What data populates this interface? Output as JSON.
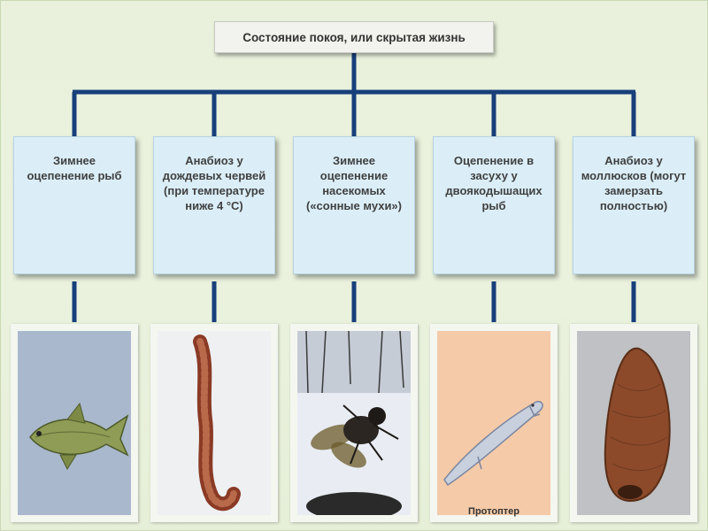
{
  "title": "Состояние покоя, или скрытая жизнь",
  "cards": [
    {
      "label": "Зимнее оцепенение рыб"
    },
    {
      "label": "Анабиоз у дождевых червей (при температуре ниже 4 °С)"
    },
    {
      "label": "Зимнее оцепенение насекомых («сонные мухи»)"
    },
    {
      "label": "Оцепенение в засуху у двоякодышащих рыб"
    },
    {
      "label": "Анабиоз у моллюсков (могут замерзать полностью)"
    }
  ],
  "photos": [
    {
      "subject": "fish"
    },
    {
      "subject": "earthworm"
    },
    {
      "subject": "fly"
    },
    {
      "subject": "lungfish",
      "caption": "Протоптер"
    },
    {
      "subject": "slug"
    }
  ],
  "colors": {
    "connector": "#173f7a",
    "card_bg": "#dbeef8",
    "title_bg": "#f2f2ee"
  }
}
